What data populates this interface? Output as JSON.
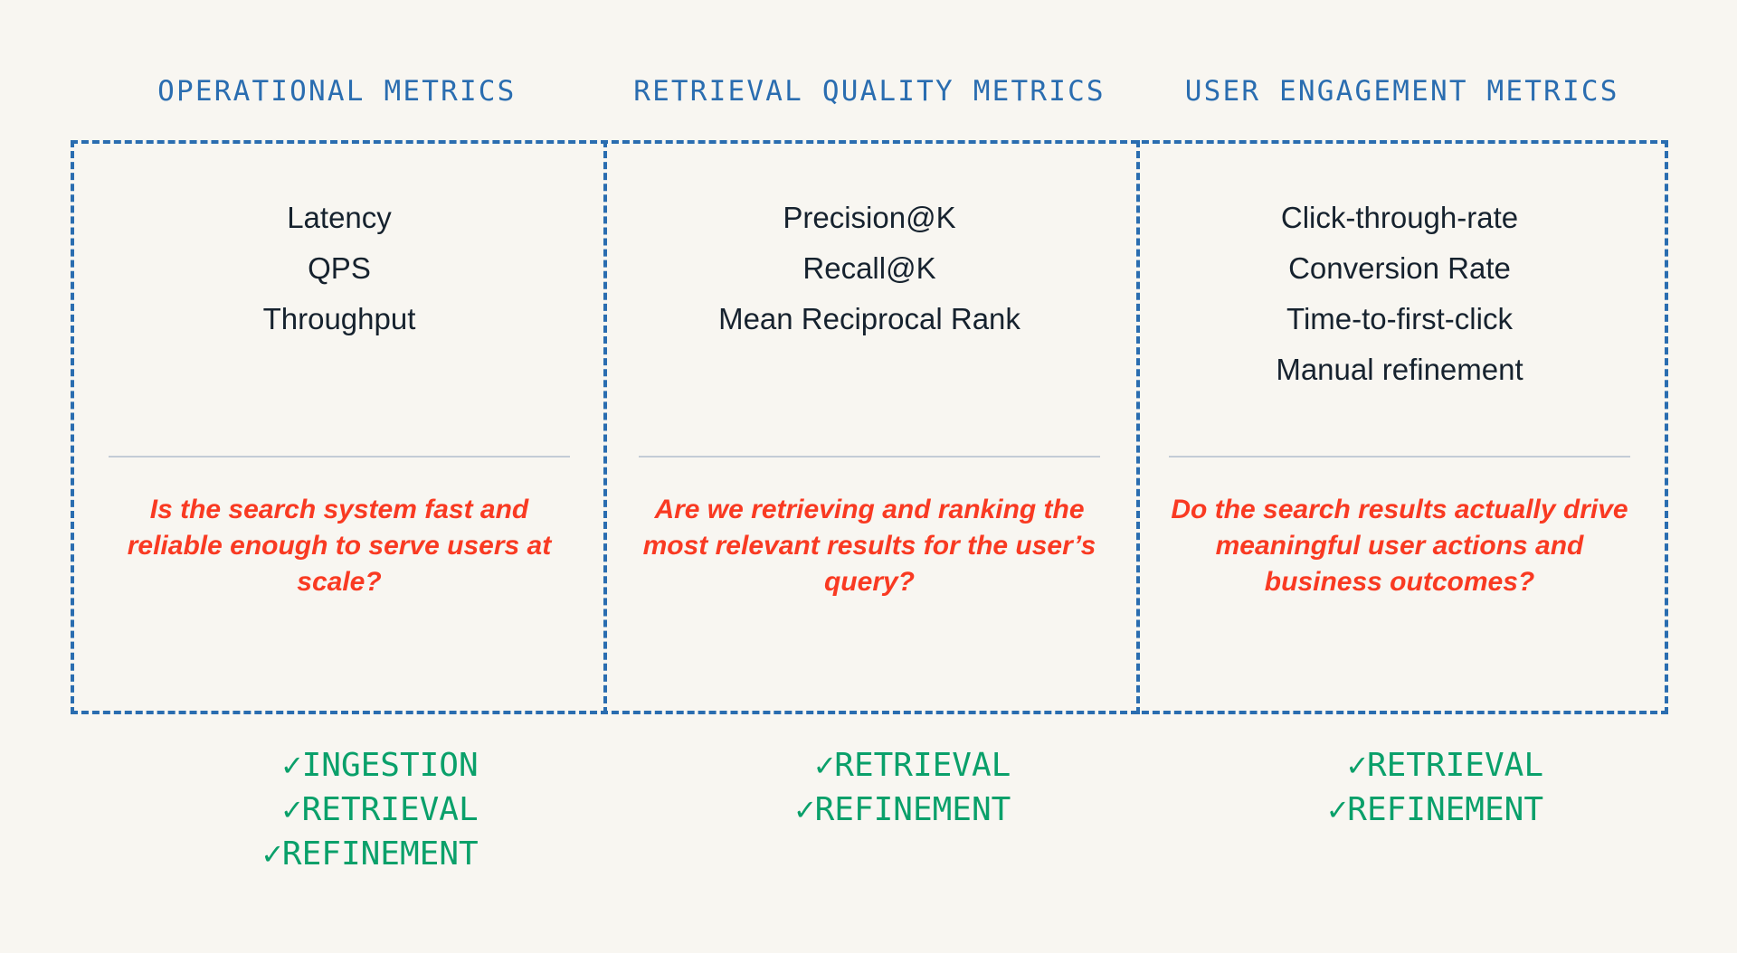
{
  "theme": {
    "background": "#f8f6f1",
    "accent_blue": "#2a6db0",
    "metric_text": "#16222e",
    "question_red": "#f93a22",
    "check_green": "#0aa06a",
    "rule_gray": "#c3ccd6"
  },
  "columns": [
    {
      "header": "OPERATIONAL METRICS",
      "metrics": [
        "Latency",
        "QPS",
        "Throughput"
      ],
      "question": "Is the search system fast and reliable enough to serve users at scale?",
      "checks": [
        "INGESTION",
        "RETRIEVAL",
        "REFINEMENT"
      ]
    },
    {
      "header": "RETRIEVAL QUALITY METRICS",
      "metrics": [
        "Precision@K",
        "Recall@K",
        "Mean Reciprocal Rank"
      ],
      "question": "Are we retrieving and ranking the most relevant results for the user’s query?",
      "checks": [
        "RETRIEVAL",
        "REFINEMENT"
      ]
    },
    {
      "header": "USER ENGAGEMENT METRICS",
      "metrics": [
        "Click-through-rate",
        "Conversion Rate",
        "Time-to-first-click",
        "Manual refinement"
      ],
      "question": "Do the search results actually drive meaningful user actions and business outcomes?",
      "checks": [
        "RETRIEVAL",
        "REFINEMENT"
      ]
    }
  ],
  "check_glyph": "✓"
}
